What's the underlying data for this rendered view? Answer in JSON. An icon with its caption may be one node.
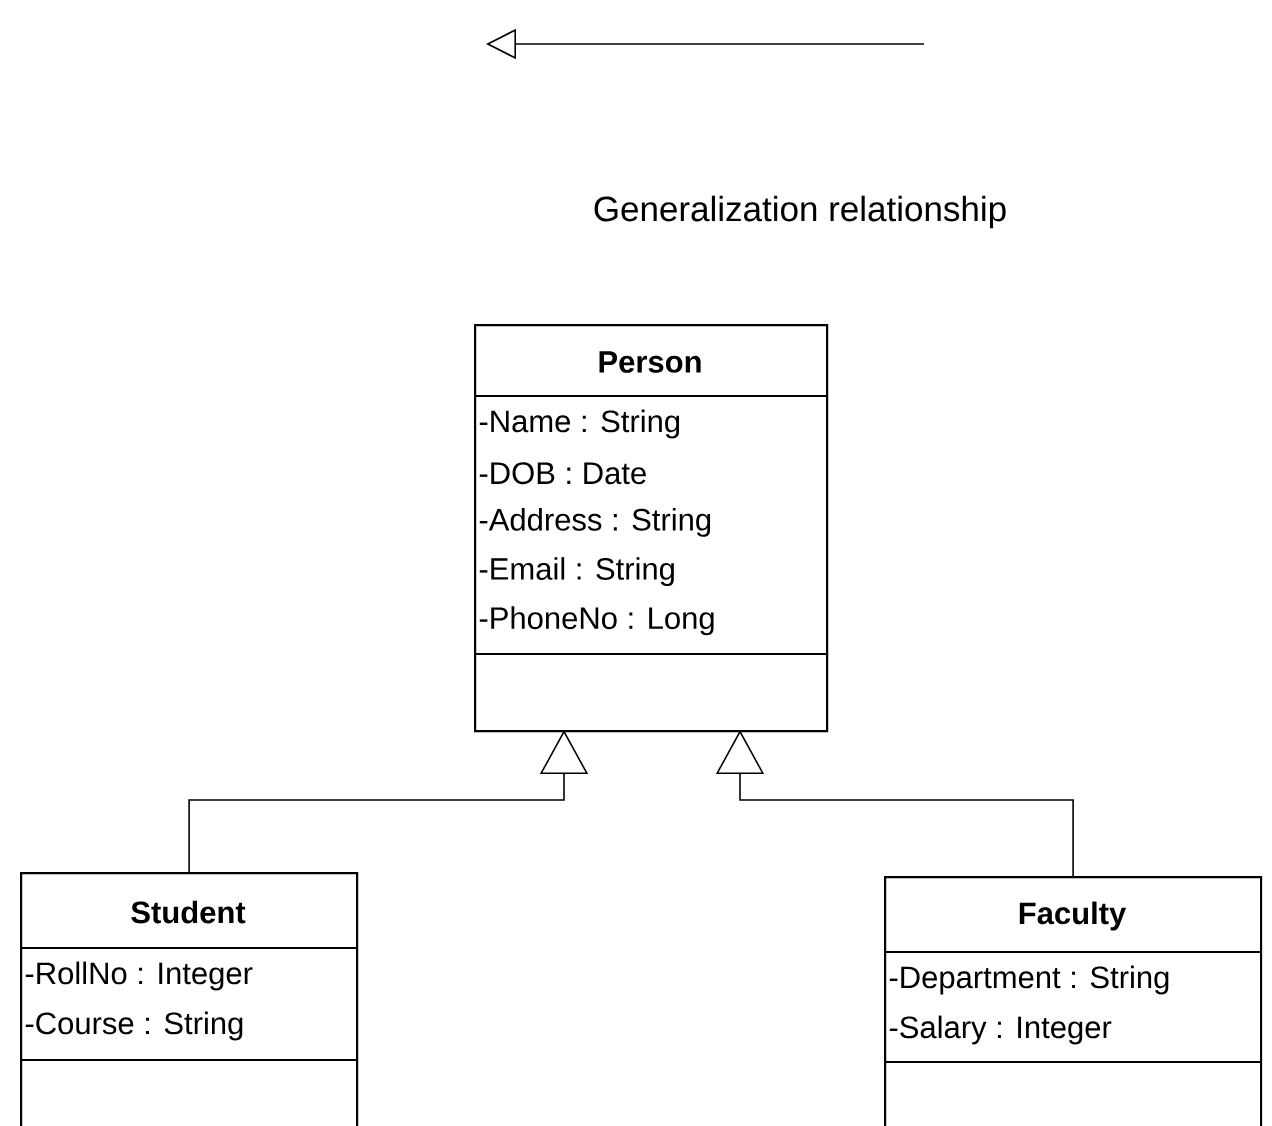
{
  "diagram": {
    "title": "Generalization relationship",
    "nodes": [
      {
        "text": [
          "Person",
          "-Name : String",
          "-DOB : Date",
          "-Address : String",
          "-Email : String",
          "-PhoneNo : Long"
        ]
      },
      {
        "text": [
          "Student",
          "-RollNo : Integer",
          "-Course : String"
        ]
      },
      {
        "text": [
          "Faculty",
          "-Department : String",
          "-Salary : Integer"
        ]
      }
    ],
    "edges": [
      {
        "from": 1,
        "to": 0,
        "arrow": "to"
      },
      {
        "from": 2,
        "to": 0,
        "arrow": "to"
      }
    ]
  }
}
